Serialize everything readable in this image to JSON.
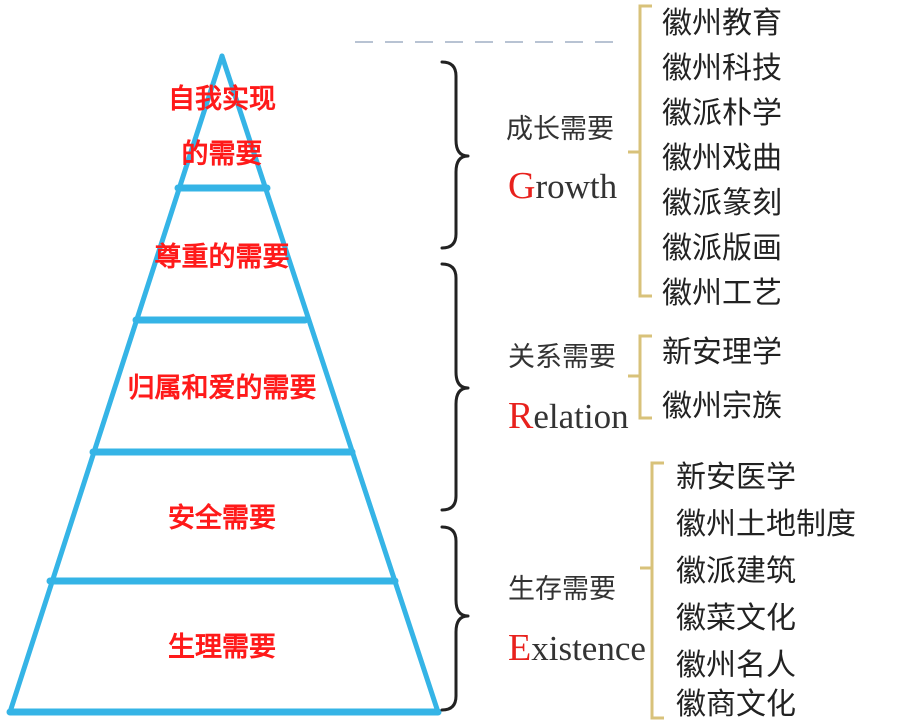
{
  "pyramid": {
    "levels": [
      {
        "lines": [
          "自我实现",
          "的需要"
        ]
      },
      {
        "lines": [
          "尊重的需要"
        ]
      },
      {
        "lines": [
          "归属和爱的需要"
        ]
      },
      {
        "lines": [
          "安全需要"
        ]
      },
      {
        "lines": [
          "生理需要"
        ]
      }
    ]
  },
  "groups": [
    {
      "label": "成长需要",
      "english_first": "G",
      "english_rest": "rowth"
    },
    {
      "label": "关系需要",
      "english_first": "R",
      "english_rest": "elation"
    },
    {
      "label": "生存需要",
      "english_first": "E",
      "english_rest": "xistence"
    }
  ],
  "lists": [
    {
      "items": [
        "徽州教育",
        "徽州科技",
        "徽派朴学",
        "徽州戏曲",
        "徽派篆刻",
        "徽派版画",
        "徽州工艺"
      ]
    },
    {
      "items": [
        "新安理学",
        "徽州宗族"
      ]
    },
    {
      "items": [
        "新安医学",
        "徽州土地制度",
        "徽派建筑",
        "徽菜文化",
        "徽州名人",
        "徽商文化"
      ]
    }
  ],
  "colors": {
    "pyramid_stroke": "#35b4e6",
    "pyramid_label": "#ff1a1a",
    "english_initial": "#e8211d",
    "list_bracket": "#d8c27a",
    "group_brace": "#222222"
  }
}
